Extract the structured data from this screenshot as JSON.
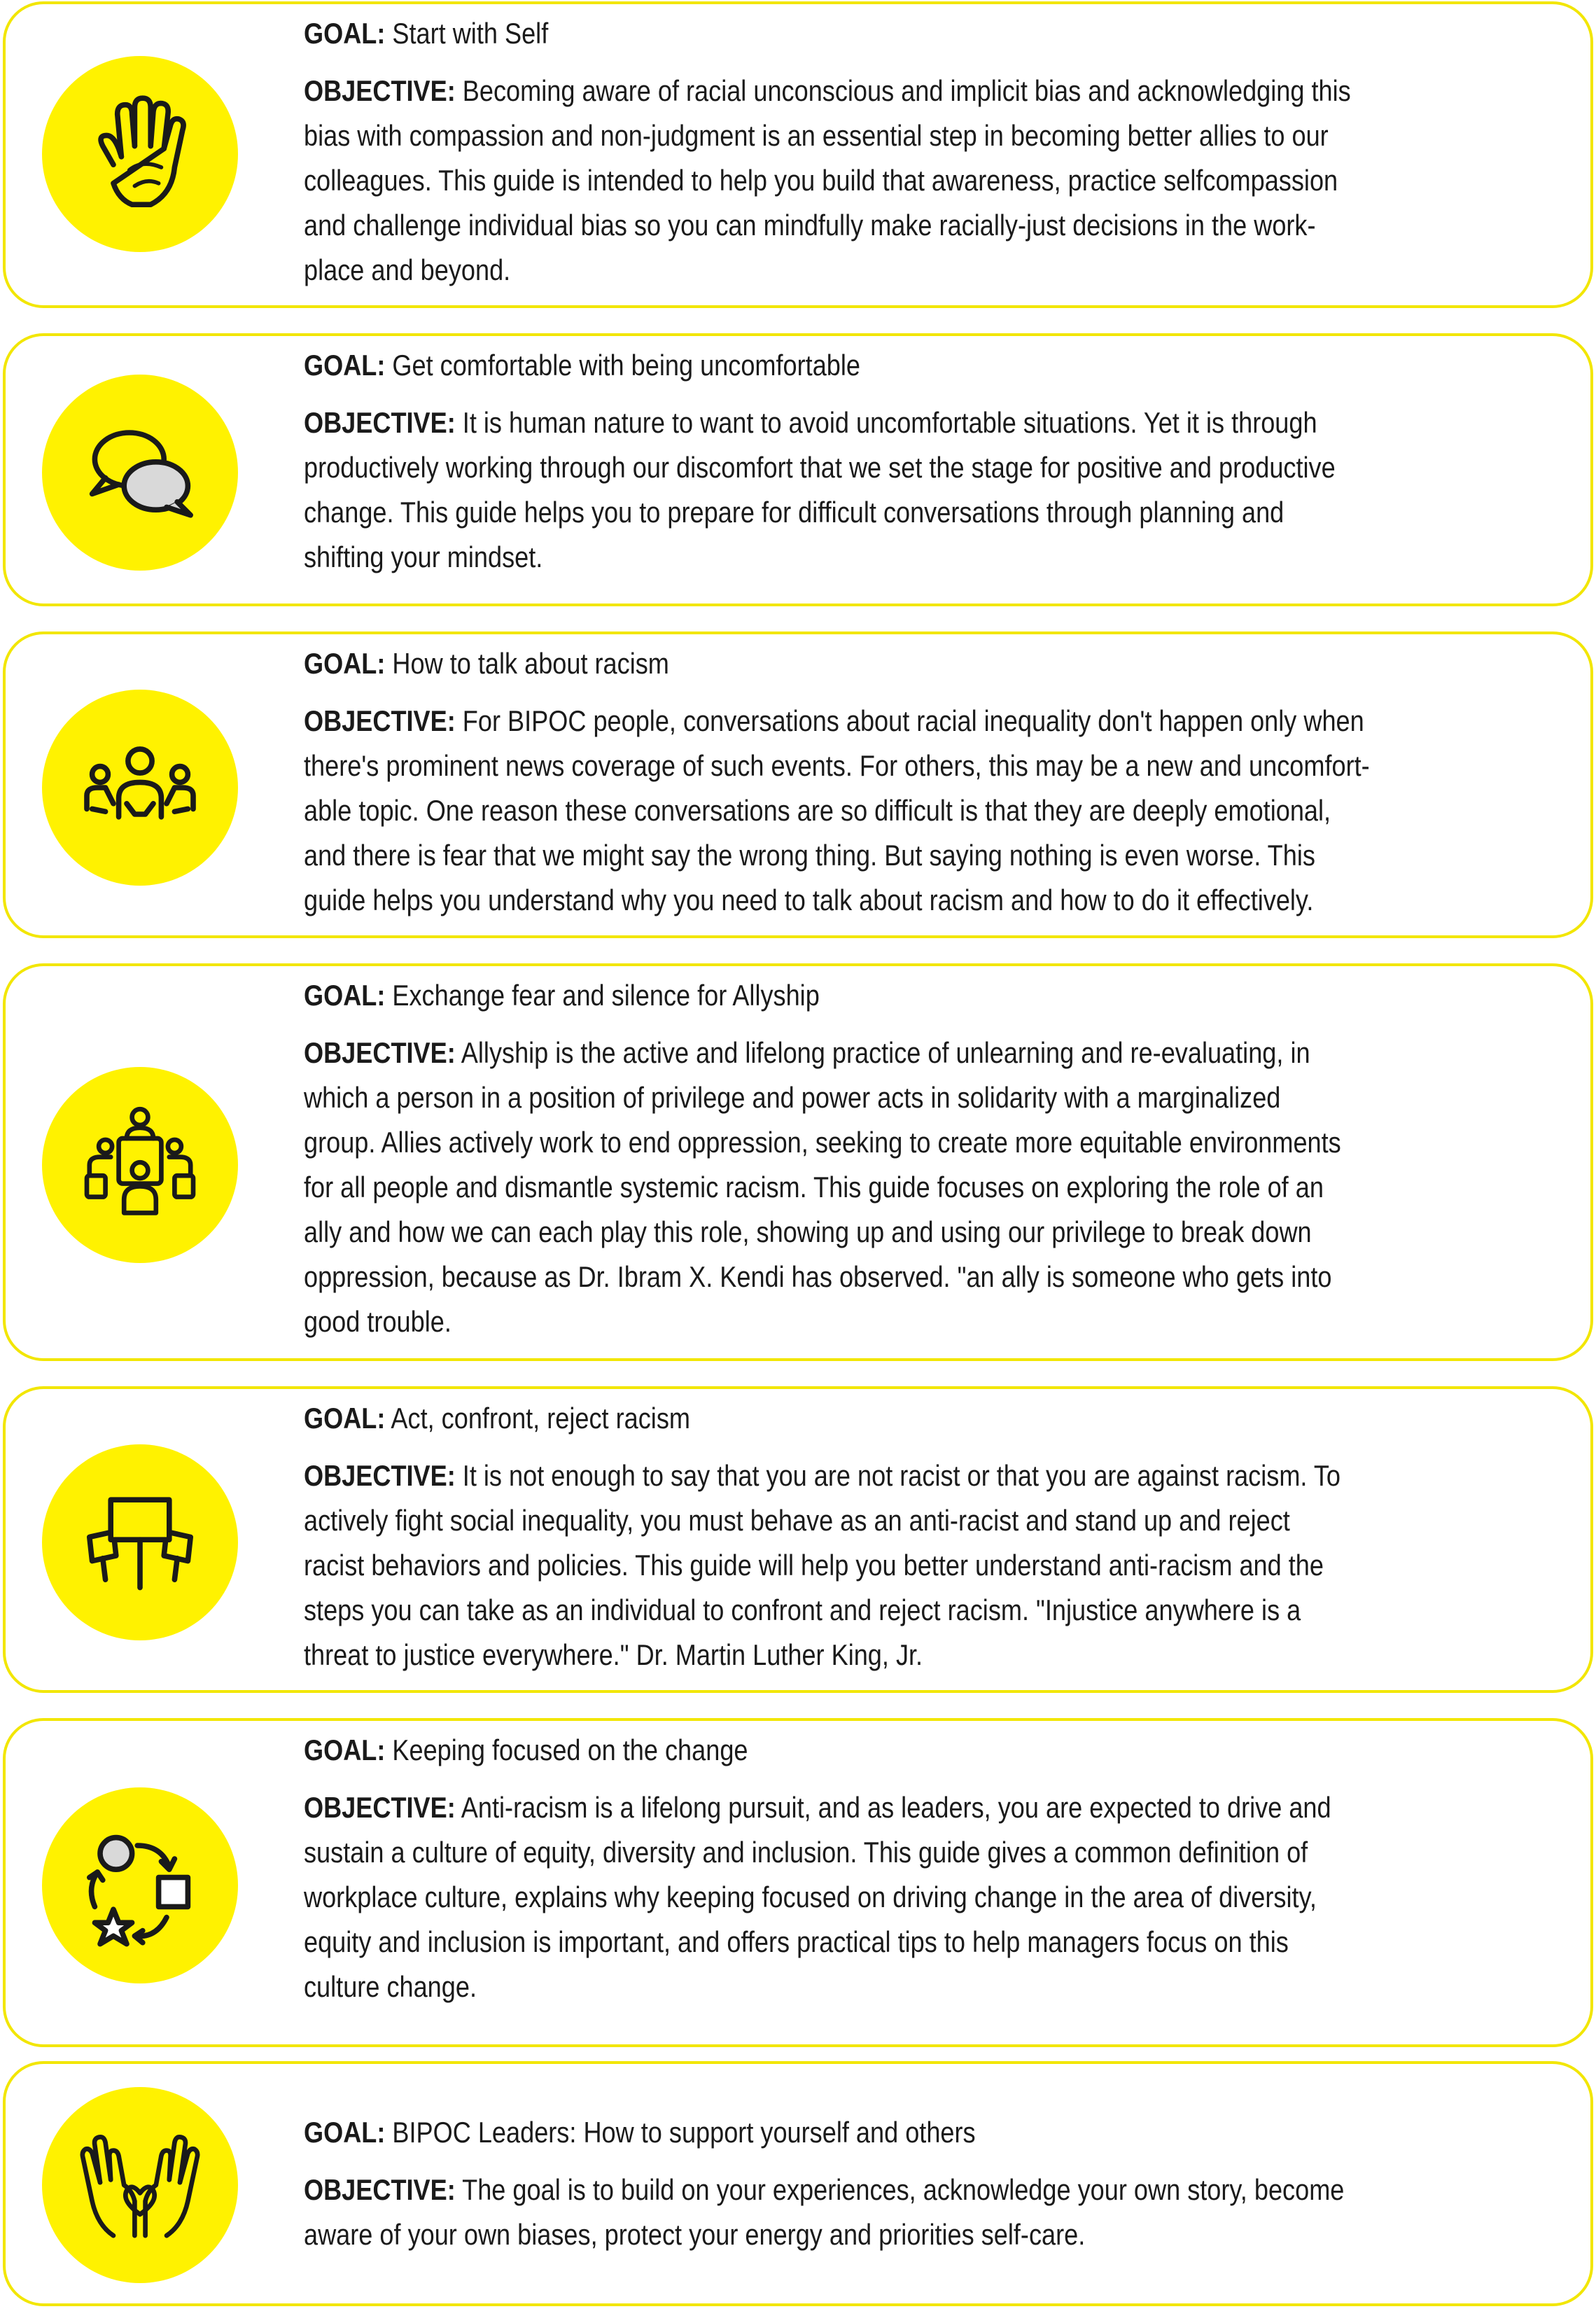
{
  "cards": [
    {
      "icon": "hand-icon",
      "goal_label": "GOAL:",
      "goal": "Start with Self",
      "objective_label": "OBJECTIVE:",
      "objective_lines": [
        "Becoming aware of racial unconscious and implicit bias and acknowledging this",
        "bias with compassion and non-judgment is an essential step in becoming better allies to our",
        "colleagues. This guide is intended to help you build that awareness, practice selfcompassion",
        "and challenge individual bias so you can mindfully make racially-just decisions in the work-",
        "place and beyond."
      ]
    },
    {
      "icon": "speech-bubbles-icon",
      "goal_label": "GOAL:",
      "goal": "Get comfortable with being uncomfortable",
      "objective_label": "OBJECTIVE:",
      "objective_lines": [
        "It is human nature to want to avoid uncomfortable situations. Yet it is through",
        "productively working through our discomfort that we set the stage for positive and productive",
        "change. This guide helps you to prepare for difficult conversations through planning and",
        "shifting your mindset."
      ]
    },
    {
      "icon": "group-conversation-icon",
      "goal_label": "GOAL:",
      "goal": "How to talk about racism",
      "objective_label": "OBJECTIVE:",
      "objective_lines": [
        "For BIPOC people, conversations about racial inequality don't happen only when",
        "there's prominent news coverage of such events. For others, this may be a new and uncomfort-",
        "able topic. One reason these conversations are so difficult is that they are deeply emotional,",
        "and there is fear that we might say the wrong thing. But saying nothing is even worse. This",
        "guide helps you understand why you need to talk about racism and how to do it effectively."
      ]
    },
    {
      "icon": "meeting-table-icon",
      "goal_label": "GOAL:",
      "goal": "Exchange fear and silence for Allyship",
      "objective_label": "OBJECTIVE:",
      "objective_lines": [
        "Allyship is the active and lifelong practice of unlearning and re-evaluating, in",
        "which a person in a position of privilege and power acts in solidarity with a marginalized",
        "group. Allies actively work to end oppression, seeking to create more equitable environments",
        "for all people and dismantle systemic racism. This guide focuses on exploring the role of an",
        "ally and how we can each play this role, showing up and using our privilege to break down",
        "oppression, because as Dr. Ibram X. Kendi has observed. \"an ally is someone who gets into",
        "good trouble."
      ]
    },
    {
      "icon": "protest-signs-icon",
      "goal_label": "GOAL:",
      "goal": "Act, confront, reject racism",
      "objective_label": "OBJECTIVE:",
      "objective_lines": [
        "It is not enough to say that you are not racist or that you are against racism. To",
        "actively fight social inequality, you must behave as an anti-racist and stand up and reject",
        "racist behaviors and policies. This guide will help you better understand anti-racism and the",
        "steps you can take as an individual to confront and reject racism. \"Injustice anywhere is a",
        "threat to justice everywhere.\" Dr. Martin Luther King, Jr."
      ]
    },
    {
      "icon": "change-cycle-icon",
      "goal_label": "GOAL:",
      "goal": "Keeping focused on the change",
      "objective_label": "OBJECTIVE:",
      "objective_lines": [
        "Anti-racism is a lifelong pursuit, and as leaders, you are expected to drive and",
        "sustain a culture of equity, diversity and inclusion. This guide gives a common definition of",
        "workplace culture, explains why keeping focused on driving change in the area of diversity,",
        "equity and inclusion is important, and offers practical tips to help managers focus on this",
        "culture change."
      ]
    },
    {
      "icon": "hands-heart-icon",
      "goal_label": "GOAL:",
      "goal": "BIPOC Leaders: How to support yourself and others",
      "objective_label": "OBJECTIVE:",
      "objective_lines": [
        "The goal is to build on your experiences, acknowledge your own story, become",
        "aware of your own biases, protect your energy and priorities self-care."
      ]
    }
  ],
  "colors": {
    "accent": "#fff200",
    "border": "#f2e600",
    "text": "#1a1a1a",
    "icon_stroke": "#1a1a1a",
    "icon_fill": "#d9d9d9"
  }
}
